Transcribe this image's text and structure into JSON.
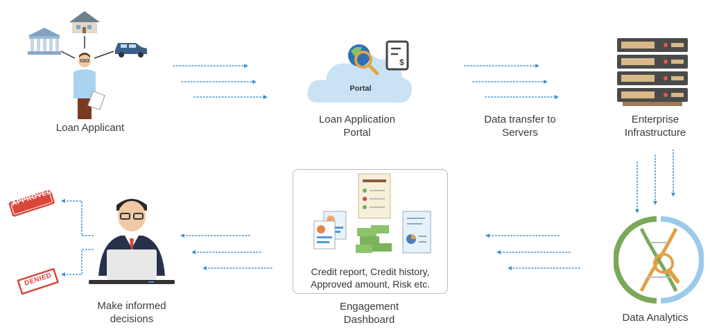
{
  "nodes": {
    "loan_applicant": "Loan Applicant",
    "portal": {
      "line1": "Loan Application",
      "line2": "Portal",
      "cloud_text": "Portal"
    },
    "data_transfer": {
      "line1": "Data transfer to",
      "line2": "Servers"
    },
    "enterprise": {
      "line1": "Enterprise",
      "line2": "Infrastructure"
    },
    "data_analytics": "Data Analytics",
    "dashboard": {
      "line1": "Engagement",
      "line2": "Dashboard",
      "content_line1": "Credit report, Credit history,",
      "content_line2": "Approved amount, Risk etc."
    },
    "decisions": {
      "line1": "Make informed",
      "line2": "decisions"
    }
  },
  "stamps": {
    "approved": "APPROVED",
    "denied": "DENIED"
  },
  "colors": {
    "arrow": "#3b8fd6",
    "cloud": "#c9e3f4",
    "stamp": "#d9463b",
    "server": "#4a4a4a"
  }
}
